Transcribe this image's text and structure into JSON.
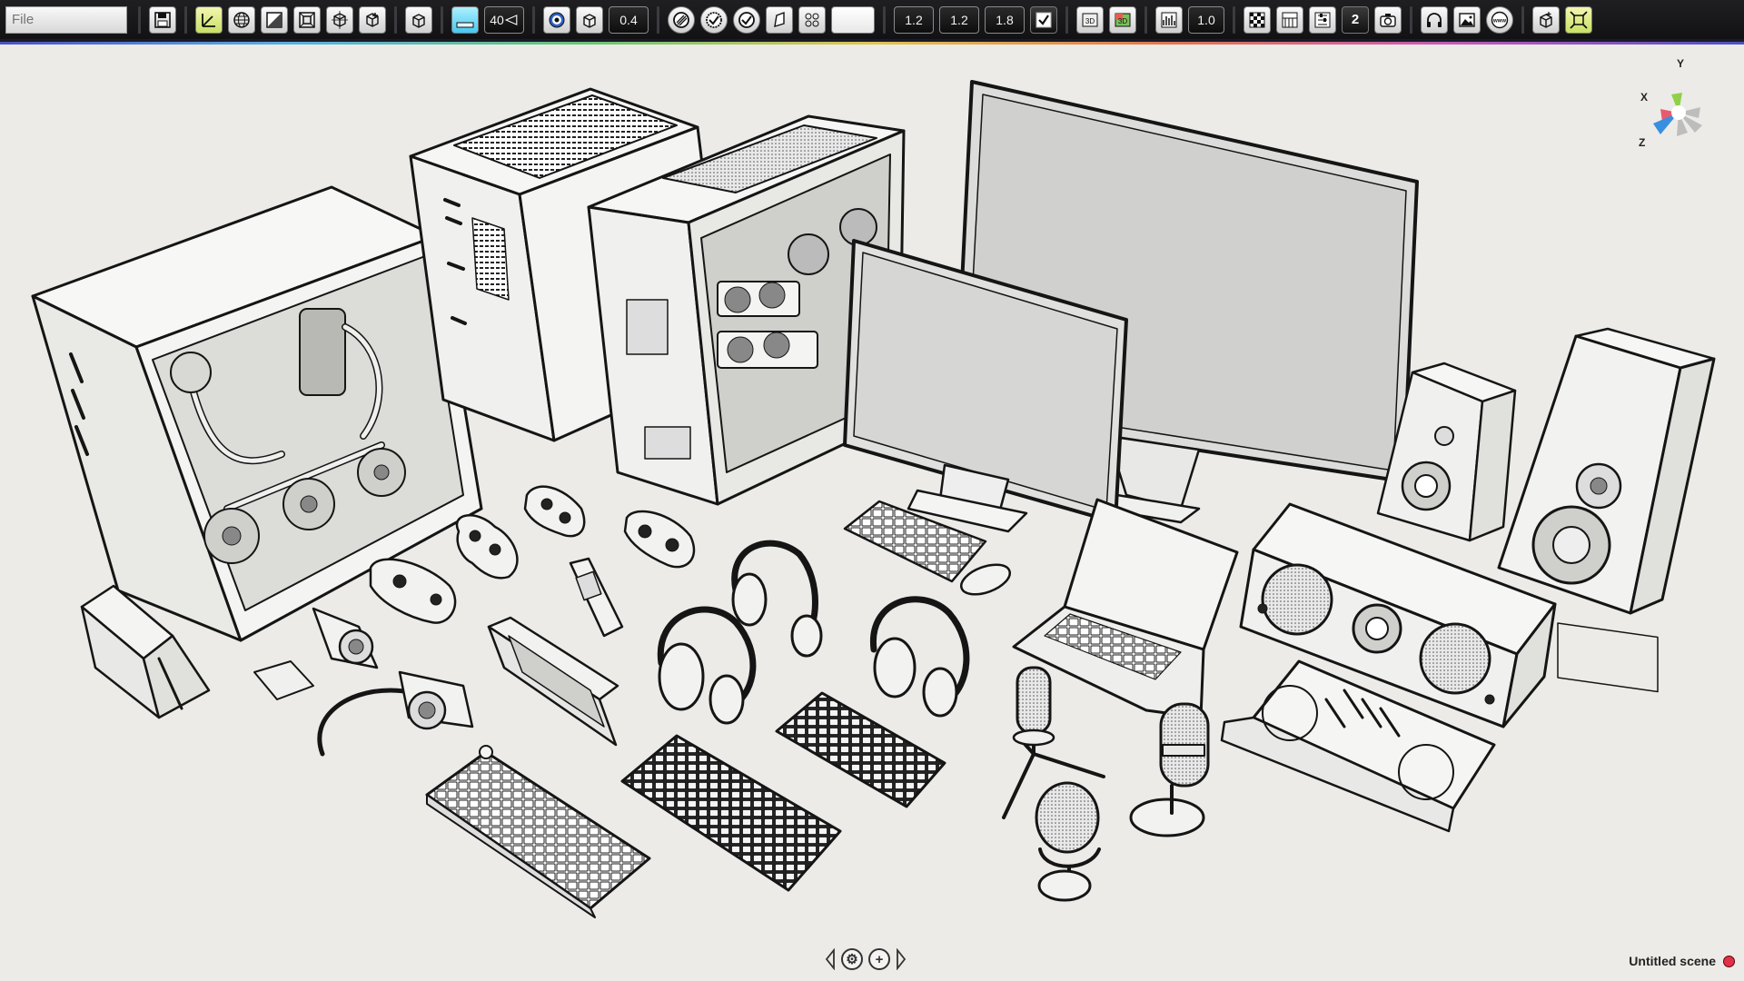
{
  "toolbar": {
    "file_input_placeholder": "File",
    "fov_value": "40",
    "opacity_value": "0.4",
    "scale_values": [
      "1.2",
      "1.2",
      "1.8"
    ],
    "light_value": "1.0",
    "layer_count": "2",
    "icons": [
      "save-icon",
      "axes-icon",
      "globe-icon",
      "gradient-icon",
      "frame-icon",
      "cube-frame-icon",
      "cube-plus-icon",
      "cube-outline-icon",
      "sky-icon",
      "camera-fov-icon",
      "target-icon",
      "box-icon",
      "shade-icon",
      "check-circle-icon",
      "check-circle-icon",
      "prism-icon",
      "grid-icon",
      "panel-icon",
      "check-icon",
      "3d-icon",
      "3d-color-icon",
      "histogram-icon",
      "checker-icon",
      "bars-icon",
      "sliders-icon",
      "layers-icon",
      "camera-icon",
      "headphones-icon",
      "image-icon",
      "www-icon",
      "cube-alt-icon",
      "fit-icon"
    ]
  },
  "gizmo": {
    "x_label": "X",
    "y_label": "Y",
    "z_label": "Z"
  },
  "bottom_nav": {
    "settings_glyph": "⚙",
    "add_glyph": "+"
  },
  "status": {
    "scene_name": "Untitled scene",
    "indicator_color": "#e0304a"
  },
  "colors": {
    "accent_green": "#c8e064",
    "accent_cyan": "#48c8f0",
    "toolbar_bg": "#121214",
    "canvas_bg": "#ecebe7"
  }
}
